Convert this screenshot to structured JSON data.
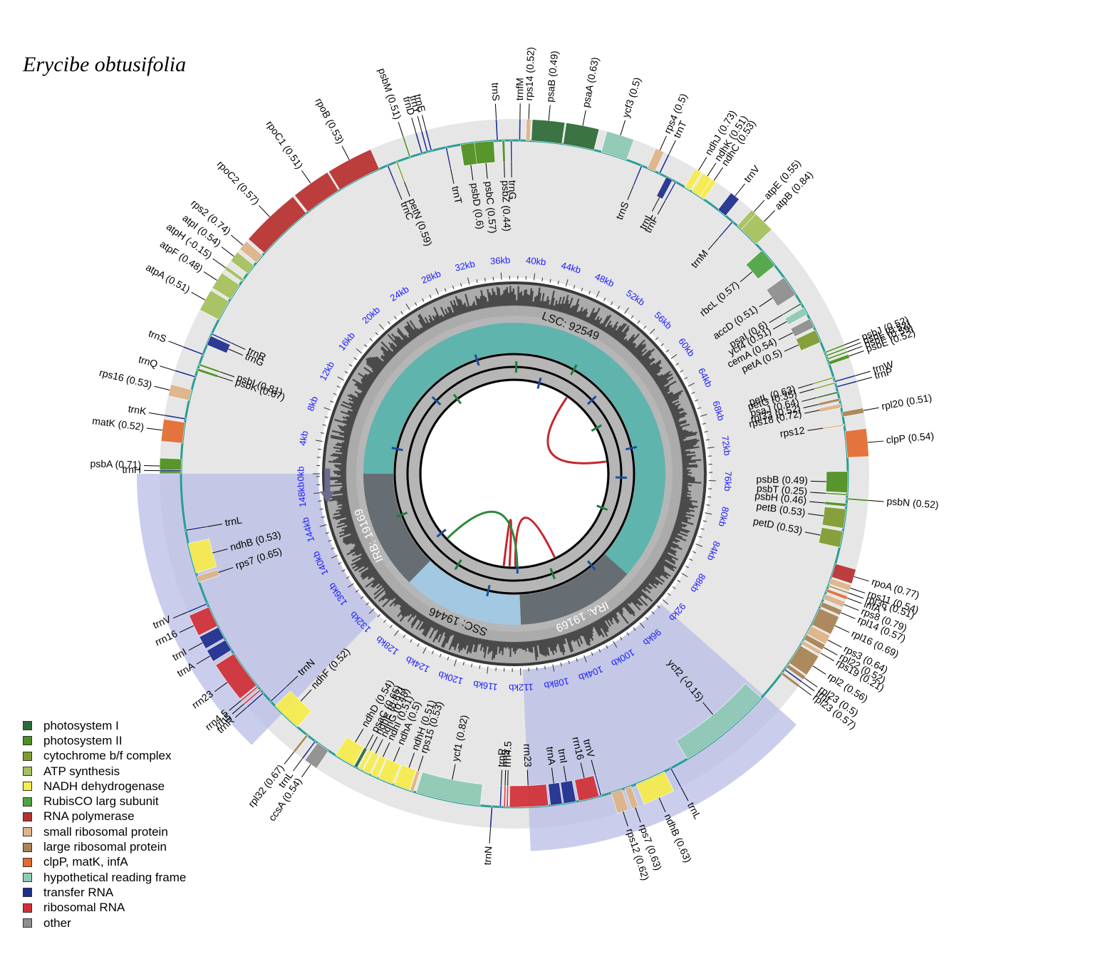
{
  "title": "Erycibe obtusifolia",
  "genome": {
    "total_kb": 150333,
    "regions": [
      {
        "id": "LSC",
        "label": "LSC: 92549",
        "start": 0,
        "end": 92549,
        "color": "#5fb4ad"
      },
      {
        "id": "IRA",
        "label": "IRA: 19169",
        "start": 92549,
        "end": 111718,
        "color": "#666e73"
      },
      {
        "id": "SSC",
        "label": "SSC: 19446",
        "start": 111718,
        "end": 131164,
        "color": "#a3c8e2"
      },
      {
        "id": "IRB",
        "label": "IRB: 19169",
        "start": 131164,
        "end": 150333,
        "color": "#666e73"
      }
    ],
    "ticks": [
      "0kb",
      "4kb",
      "8kb",
      "12kb",
      "16kb",
      "20kb",
      "24kb",
      "28kb",
      "32kb",
      "36kb",
      "40kb",
      "44kb",
      "48kb",
      "52kb",
      "56kb",
      "60kb",
      "64kb",
      "68kb",
      "72kb",
      "76kb",
      "80kb",
      "84kb",
      "88kb",
      "92kb",
      "96kb",
      "100kb",
      "104kb",
      "108kb",
      "112kb",
      "116kb",
      "120kb",
      "124kb",
      "128kb",
      "132kb",
      "136kb",
      "140kb",
      "144kb",
      "148kb"
    ]
  },
  "legend": [
    {
      "label": "photosystem I",
      "color": "#2d6a36"
    },
    {
      "label": "photosystem II",
      "color": "#4c8f1e"
    },
    {
      "label": "cytochrome b/f complex",
      "color": "#7e9c2e"
    },
    {
      "label": "ATP synthesis",
      "color": "#a4c15b"
    },
    {
      "label": "NADH dehydrogenase",
      "color": "#f7ec4a"
    },
    {
      "label": "RubisCO larg subunit",
      "color": "#4da341"
    },
    {
      "label": "RNA polymerase",
      "color": "#b8302f"
    },
    {
      "label": "small ribosomal protein",
      "color": "#dfb487"
    },
    {
      "label": "large ribosomal protein",
      "color": "#a88353"
    },
    {
      "label": "clpP, matK, infA",
      "color": "#e46b2f"
    },
    {
      "label": "hypothetical reading frame",
      "color": "#8ec9b4"
    },
    {
      "label": "transfer RNA",
      "color": "#1e2d8c"
    },
    {
      "label": "ribosomal RNA",
      "color": "#d22f36"
    },
    {
      "label": "other",
      "color": "#8e8e8e"
    }
  ],
  "genes": [
    {
      "label": "psbA (0.71)",
      "pos": 1,
      "len": 1060,
      "strand": "out",
      "color": "#4c8f1e"
    },
    {
      "label": "trnH",
      "pos": 150,
      "len": 80,
      "strand": "out",
      "color": "#1e2d8c"
    },
    {
      "label": "matK (0.52)",
      "pos": 2200,
      "len": 1500,
      "strand": "out",
      "color": "#e46b2f"
    },
    {
      "label": "trnK",
      "pos": 3900,
      "len": 80,
      "strand": "out",
      "color": "#1e2d8c"
    },
    {
      "label": "rps16 (0.53)",
      "pos": 5300,
      "len": 800,
      "strand": "out",
      "color": "#dfb487"
    },
    {
      "label": "trnQ",
      "pos": 7000,
      "len": 80,
      "strand": "out",
      "color": "#1e2d8c"
    },
    {
      "label": "psbK (0.67)",
      "pos": 7500,
      "len": 200,
      "strand": "in",
      "color": "#4c8f1e"
    },
    {
      "label": "psbI (0.81)",
      "pos": 7900,
      "len": 150,
      "strand": "in",
      "color": "#4c8f1e"
    },
    {
      "label": "trnS",
      "pos": 8700,
      "len": 90,
      "strand": "out",
      "color": "#1e2d8c"
    },
    {
      "label": "trnG",
      "pos": 9500,
      "len": 700,
      "strand": "in",
      "color": "#1e2d8c"
    },
    {
      "label": "trnR",
      "pos": 10300,
      "len": 80,
      "strand": "in",
      "color": "#1e2d8c"
    },
    {
      "label": "atpA (0.51)",
      "pos": 11500,
      "len": 1500,
      "strand": "out",
      "color": "#a4c15b"
    },
    {
      "label": "atpF (0.48)",
      "pos": 13200,
      "len": 1200,
      "strand": "out",
      "color": "#a4c15b"
    },
    {
      "label": "atpH (-0.15)",
      "pos": 14700,
      "len": 250,
      "strand": "out",
      "color": "#a4c15b"
    },
    {
      "label": "atpI (0.54)",
      "pos": 15400,
      "len": 750,
      "strand": "out",
      "color": "#a4c15b"
    },
    {
      "label": "rps2 (0.74)",
      "pos": 16400,
      "len": 700,
      "strand": "out",
      "color": "#dfb487"
    },
    {
      "label": "rpoC2 (0.57)",
      "pos": 17300,
      "len": 4150,
      "strand": "out",
      "color": "#b8302f"
    },
    {
      "label": "rpoC1 (0.51)",
      "pos": 21600,
      "len": 2700,
      "strand": "out",
      "color": "#b8302f"
    },
    {
      "label": "rpoB (0.53)",
      "pos": 24400,
      "len": 3200,
      "strand": "out",
      "color": "#b8302f"
    },
    {
      "label": "trnC",
      "pos": 28200,
      "len": 80,
      "strand": "in",
      "color": "#1e2d8c"
    },
    {
      "label": "petN (0.59)",
      "pos": 28900,
      "len": 100,
      "strand": "in",
      "color": "#7e9c2e"
    },
    {
      "label": "psbM (0.51)",
      "pos": 29900,
      "len": 100,
      "strand": "out",
      "color": "#4c8f1e"
    },
    {
      "label": "trnD",
      "pos": 30800,
      "len": 80,
      "strand": "out",
      "color": "#1e2d8c"
    },
    {
      "label": "trnY",
      "pos": 31200,
      "len": 80,
      "strand": "out",
      "color": "#1e2d8c"
    },
    {
      "label": "trnE",
      "pos": 31500,
      "len": 80,
      "strand": "out",
      "color": "#1e2d8c"
    },
    {
      "label": "trnT",
      "pos": 32600,
      "len": 80,
      "strand": "in",
      "color": "#1e2d8c"
    },
    {
      "label": "psbD (0.6)",
      "pos": 33700,
      "len": 1060,
      "strand": "in",
      "color": "#4c8f1e"
    },
    {
      "label": "psbC (0.57)",
      "pos": 34700,
      "len": 1400,
      "strand": "in",
      "color": "#4c8f1e"
    },
    {
      "label": "trnS",
      "pos": 36300,
      "len": 90,
      "strand": "out",
      "color": "#1e2d8c"
    },
    {
      "label": "psbZ (0.44)",
      "pos": 36700,
      "len": 190,
      "strand": "in",
      "color": "#4c8f1e"
    },
    {
      "label": "trnG",
      "pos": 37300,
      "len": 80,
      "strand": "in",
      "color": "#1e2d8c"
    },
    {
      "label": "trnfM",
      "pos": 37900,
      "len": 80,
      "strand": "out",
      "color": "#1e2d8c"
    },
    {
      "label": "rps14 (0.52)",
      "pos": 38400,
      "len": 300,
      "strand": "out",
      "color": "#dfb487"
    },
    {
      "label": "psaB (0.49)",
      "pos": 38800,
      "len": 2200,
      "strand": "out",
      "color": "#2d6a36"
    },
    {
      "label": "psaA (0.63)",
      "pos": 41100,
      "len": 2250,
      "strand": "out",
      "color": "#2d6a36"
    },
    {
      "label": "ycf3 (0.5)",
      "pos": 43900,
      "len": 1900,
      "strand": "out",
      "color": "#8ec9b4"
    },
    {
      "label": "trnS",
      "pos": 46900,
      "len": 90,
      "strand": "in",
      "color": "#1e2d8c"
    },
    {
      "label": "rps4 (0.5)",
      "pos": 47400,
      "len": 600,
      "strand": "out",
      "color": "#dfb487"
    },
    {
      "label": "trnT",
      "pos": 48300,
      "len": 80,
      "strand": "out",
      "color": "#1e2d8c"
    },
    {
      "label": "trnL",
      "pos": 48900,
      "len": 500,
      "strand": "in",
      "color": "#1e2d8c"
    },
    {
      "label": "trnF",
      "pos": 49600,
      "len": 80,
      "strand": "in",
      "color": "#1e2d8c"
    },
    {
      "label": "ndhJ (0.73)",
      "pos": 50400,
      "len": 480,
      "strand": "out",
      "color": "#f7ec4a"
    },
    {
      "label": "ndhK (0.51)",
      "pos": 51000,
      "len": 700,
      "strand": "out",
      "color": "#f7ec4a"
    },
    {
      "label": "ndhC (0.53)",
      "pos": 51700,
      "len": 360,
      "strand": "out",
      "color": "#f7ec4a"
    },
    {
      "label": "trnV",
      "pos": 53300,
      "len": 700,
      "strand": "out",
      "color": "#1e2d8c"
    },
    {
      "label": "trnM",
      "pos": 54600,
      "len": 80,
      "strand": "in",
      "color": "#1e2d8c"
    },
    {
      "label": "atpE (0.55)",
      "pos": 55100,
      "len": 400,
      "strand": "out",
      "color": "#a4c15b"
    },
    {
      "label": "atpB (0.84)",
      "pos": 55500,
      "len": 1500,
      "strand": "out",
      "color": "#a4c15b"
    },
    {
      "label": "rbcL (0.57)",
      "pos": 57600,
      "len": 1430,
      "strand": "in",
      "color": "#4da341"
    },
    {
      "label": "accD (0.51)",
      "pos": 60100,
      "len": 1500,
      "strand": "in",
      "color": "#8e8e8e"
    },
    {
      "label": "psaI (0.6)",
      "pos": 62300,
      "len": 110,
      "strand": "in",
      "color": "#2d6a36"
    },
    {
      "label": "ycf4 (0.51)",
      "pos": 62700,
      "len": 550,
      "strand": "in",
      "color": "#8ec9b4"
    },
    {
      "label": "cemA (0.54)",
      "pos": 63600,
      "len": 690,
      "strand": "in",
      "color": "#8e8e8e"
    },
    {
      "label": "petA (0.5)",
      "pos": 64500,
      "len": 960,
      "strand": "in",
      "color": "#7e9c2e"
    },
    {
      "label": "psbJ (0.52)",
      "pos": 66200,
      "len": 120,
      "strand": "out",
      "color": "#4c8f1e"
    },
    {
      "label": "psbL (0.52)",
      "pos": 66450,
      "len": 120,
      "strand": "out",
      "color": "#4c8f1e"
    },
    {
      "label": "psbF (0.59)",
      "pos": 66700,
      "len": 120,
      "strand": "out",
      "color": "#4c8f1e"
    },
    {
      "label": "psbE (0.52)",
      "pos": 66950,
      "len": 250,
      "strand": "out",
      "color": "#4c8f1e"
    },
    {
      "label": "trnW",
      "pos": 68400,
      "len": 80,
      "strand": "out",
      "color": "#1e2d8c"
    },
    {
      "label": "trnP",
      "pos": 68800,
      "len": 80,
      "strand": "out",
      "color": "#1e2d8c"
    },
    {
      "label": "petL (0.63)",
      "pos": 68100,
      "len": 100,
      "strand": "in",
      "color": "#7e9c2e"
    },
    {
      "label": "petG (0.35)",
      "pos": 68500,
      "len": 100,
      "strand": "in",
      "color": "#7e9c2e"
    },
    {
      "label": "psaJ (0.64)",
      "pos": 69200,
      "len": 130,
      "strand": "in",
      "color": "#2d6a36"
    },
    {
      "label": "rpl33 (0.52)",
      "pos": 69700,
      "len": 200,
      "strand": "in",
      "color": "#a88353"
    },
    {
      "label": "rps18 (0.72)",
      "pos": 70100,
      "len": 300,
      "strand": "in",
      "color": "#dfb487"
    },
    {
      "label": "rpl20 (0.51)",
      "pos": 70700,
      "len": 350,
      "strand": "out",
      "color": "#a88353"
    },
    {
      "label": "rps12",
      "pos": 71600,
      "len": 120,
      "strand": "in",
      "color": "#dfb487"
    },
    {
      "label": "clpP (0.54)",
      "pos": 72100,
      "len": 1900,
      "strand": "out",
      "color": "#e46b2f"
    },
    {
      "label": "psbB (0.49)",
      "pos": 75000,
      "len": 1530,
      "strand": "in",
      "color": "#4c8f1e"
    },
    {
      "label": "psbT (0.25)",
      "pos": 76600,
      "len": 110,
      "strand": "in",
      "color": "#4c8f1e"
    },
    {
      "label": "psbN (0.52)",
      "pos": 76900,
      "len": 130,
      "strand": "out",
      "color": "#4c8f1e"
    },
    {
      "label": "psbH (0.46)",
      "pos": 77300,
      "len": 220,
      "strand": "in",
      "color": "#4c8f1e"
    },
    {
      "label": "petB (0.53)",
      "pos": 77700,
      "len": 1400,
      "strand": "in",
      "color": "#7e9c2e"
    },
    {
      "label": "petD (0.53)",
      "pos": 79300,
      "len": 1200,
      "strand": "in",
      "color": "#7e9c2e"
    },
    {
      "label": "rpoA (0.77)",
      "pos": 81700,
      "len": 1000,
      "strand": "out",
      "color": "#b8302f"
    },
    {
      "label": "rps11 (0.54)",
      "pos": 82800,
      "len": 420,
      "strand": "out",
      "color": "#dfb487"
    },
    {
      "label": "rpl36 (0.51)",
      "pos": 83300,
      "len": 110,
      "strand": "out",
      "color": "#a88353"
    },
    {
      "label": "infA *",
      "pos": 83600,
      "len": 230,
      "strand": "out",
      "color": "#e46b2f"
    },
    {
      "label": "rps8 (0.79)",
      "pos": 84000,
      "len": 400,
      "strand": "out",
      "color": "#dfb487"
    },
    {
      "label": "rpl14 (0.57)",
      "pos": 84600,
      "len": 370,
      "strand": "out",
      "color": "#a88353"
    },
    {
      "label": "rpl16 (0.69)",
      "pos": 85100,
      "len": 1300,
      "strand": "out",
      "color": "#a88353"
    },
    {
      "label": "rps3 (0.64)",
      "pos": 86500,
      "len": 660,
      "strand": "out",
      "color": "#dfb487"
    },
    {
      "label": "rpl22 (0.52)",
      "pos": 87200,
      "len": 400,
      "strand": "out",
      "color": "#a88353"
    },
    {
      "label": "rps19 (0.21)",
      "pos": 87700,
      "len": 280,
      "strand": "out",
      "color": "#dfb487"
    },
    {
      "label": "rpl2 (0.56)",
      "pos": 88100,
      "len": 1500,
      "strand": "out",
      "color": "#a88353"
    },
    {
      "label": "rpl23 (0.5)",
      "pos": 89700,
      "len": 280,
      "strand": "out",
      "color": "#a88353"
    },
    {
      "label": "trnI",
      "pos": 90100,
      "len": 80,
      "strand": "out",
      "color": "#1e2d8c"
    },
    {
      "label": "rpl23 (0.57)",
      "pos": 90400,
      "len": 200,
      "strand": "out",
      "color": "#a88353"
    },
    {
      "label": "ycf2 (-0.15)",
      "pos": 92800,
      "len": 6900,
      "strand": "in",
      "color": "#8ec9b4"
    },
    {
      "label": "trnL",
      "pos": 101000,
      "len": 80,
      "strand": "out",
      "color": "#1e2d8c"
    },
    {
      "label": "ndhB (0.63)",
      "pos": 101600,
      "len": 2200,
      "strand": "out",
      "color": "#f7ec4a"
    },
    {
      "label": "rps7 (0.63)",
      "pos": 104200,
      "len": 470,
      "strand": "out",
      "color": "#dfb487"
    },
    {
      "label": "rps12 (0.62)",
      "pos": 104900,
      "len": 800,
      "strand": "out",
      "color": "#dfb487"
    },
    {
      "label": "trnV",
      "pos": 106400,
      "len": 70,
      "strand": "in",
      "color": "#1e2d8c"
    },
    {
      "label": "rrn16",
      "pos": 106600,
      "len": 1500,
      "strand": "in",
      "color": "#d22f36"
    },
    {
      "label": "trnI",
      "pos": 108300,
      "len": 900,
      "strand": "in",
      "color": "#1e2d8c"
    },
    {
      "label": "trnA",
      "pos": 109300,
      "len": 850,
      "strand": "in",
      "color": "#1e2d8c"
    },
    {
      "label": "rrn23",
      "pos": 110300,
      "len": 2800,
      "strand": "in",
      "color": "#d22f36"
    },
    {
      "label": "rrn4.5",
      "pos": 113200,
      "len": 100,
      "strand": "in",
      "color": "#d22f36"
    },
    {
      "label": "rrn5",
      "pos": 113400,
      "len": 120,
      "strand": "in",
      "color": "#d22f36"
    },
    {
      "label": "trnR",
      "pos": 113700,
      "len": 80,
      "strand": "in",
      "color": "#1e2d8c"
    },
    {
      "label": "trnN",
      "pos": 114300,
      "len": 80,
      "strand": "out",
      "color": "#1e2d8c"
    },
    {
      "label": "ycf1 (0.82)",
      "pos": 115200,
      "len": 4700,
      "strand": "in",
      "color": "#8ec9b4"
    },
    {
      "label": "rps15 (0.53)",
      "pos": 120100,
      "len": 270,
      "strand": "in",
      "color": "#dfb487"
    },
    {
      "label": "ndhH (0.51)",
      "pos": 120400,
      "len": 1180,
      "strand": "in",
      "color": "#f7ec4a"
    },
    {
      "label": "ndhA (0.5)",
      "pos": 121700,
      "len": 1100,
      "strand": "in",
      "color": "#f7ec4a"
    },
    {
      "label": "ndhI (0.51)",
      "pos": 122900,
      "len": 500,
      "strand": "in",
      "color": "#f7ec4a"
    },
    {
      "label": "ndhG (0.48)",
      "pos": 123500,
      "len": 530,
      "strand": "in",
      "color": "#f7ec4a"
    },
    {
      "label": "ndhE (0.67)",
      "pos": 124100,
      "len": 300,
      "strand": "in",
      "color": "#f7ec4a"
    },
    {
      "label": "psaC (0.65)",
      "pos": 124500,
      "len": 250,
      "strand": "in",
      "color": "#2d6a36"
    },
    {
      "label": "ndhD (0.54)",
      "pos": 124800,
      "len": 1500,
      "strand": "in",
      "color": "#f7ec4a"
    },
    {
      "label": "ccsA (0.54)",
      "pos": 126900,
      "len": 960,
      "strand": "out",
      "color": "#8e8e8e"
    },
    {
      "label": "trnL",
      "pos": 128000,
      "len": 80,
      "strand": "out",
      "color": "#1e2d8c"
    },
    {
      "label": "rpl32 (0.67)",
      "pos": 128700,
      "len": 170,
      "strand": "out",
      "color": "#a88353"
    },
    {
      "label": "ndhF (0.52)",
      "pos": 129700,
      "len": 2200,
      "strand": "in",
      "color": "#f7ec4a"
    },
    {
      "label": "trnN",
      "pos": 132300,
      "len": 80,
      "strand": "in",
      "color": "#1e2d8c"
    },
    {
      "label": "trnR",
      "pos": 133100,
      "len": 80,
      "strand": "out",
      "color": "#1e2d8c"
    },
    {
      "label": "rrn5",
      "pos": 133400,
      "len": 120,
      "strand": "out",
      "color": "#d22f36"
    },
    {
      "label": "rrn4.5",
      "pos": 133700,
      "len": 100,
      "strand": "out",
      "color": "#d22f36"
    },
    {
      "label": "rrn23",
      "pos": 133900,
      "len": 2800,
      "strand": "out",
      "color": "#d22f36"
    },
    {
      "label": "trnA",
      "pos": 137000,
      "len": 850,
      "strand": "out",
      "color": "#1e2d8c"
    },
    {
      "label": "trnI",
      "pos": 138000,
      "len": 900,
      "strand": "out",
      "color": "#1e2d8c"
    },
    {
      "label": "rrn16",
      "pos": 139000,
      "len": 1500,
      "strand": "out",
      "color": "#d22f36"
    },
    {
      "label": "trnV",
      "pos": 140700,
      "len": 70,
      "strand": "out",
      "color": "#1e2d8c"
    },
    {
      "label": "rps7 (0.65)",
      "pos": 142400,
      "len": 470,
      "strand": "in",
      "color": "#dfb487"
    },
    {
      "label": "ndhB (0.53)",
      "pos": 143100,
      "len": 2200,
      "strand": "in",
      "color": "#f7ec4a"
    },
    {
      "label": "trnL",
      "pos": 146200,
      "len": 80,
      "strand": "in",
      "color": "#1e2d8c"
    }
  ]
}
